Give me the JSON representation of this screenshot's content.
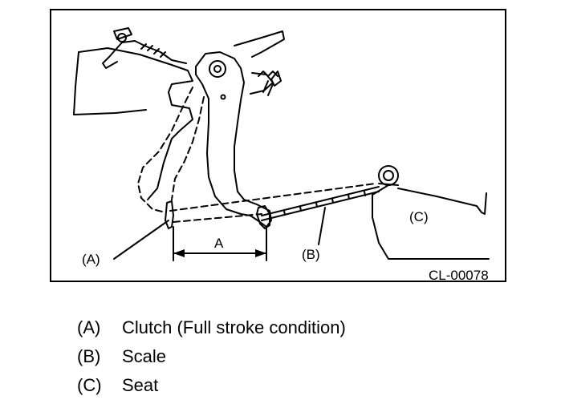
{
  "figure": {
    "labels": {
      "a": "(A)",
      "b": "(B)",
      "c": "(C)",
      "dimension": "A"
    },
    "code": "CL-00078"
  },
  "legend": [
    {
      "key": "(A)",
      "text": "Clutch (Full stroke condition)"
    },
    {
      "key": "(B)",
      "text": "Scale"
    },
    {
      "key": "(C)",
      "text": "Seat"
    }
  ]
}
